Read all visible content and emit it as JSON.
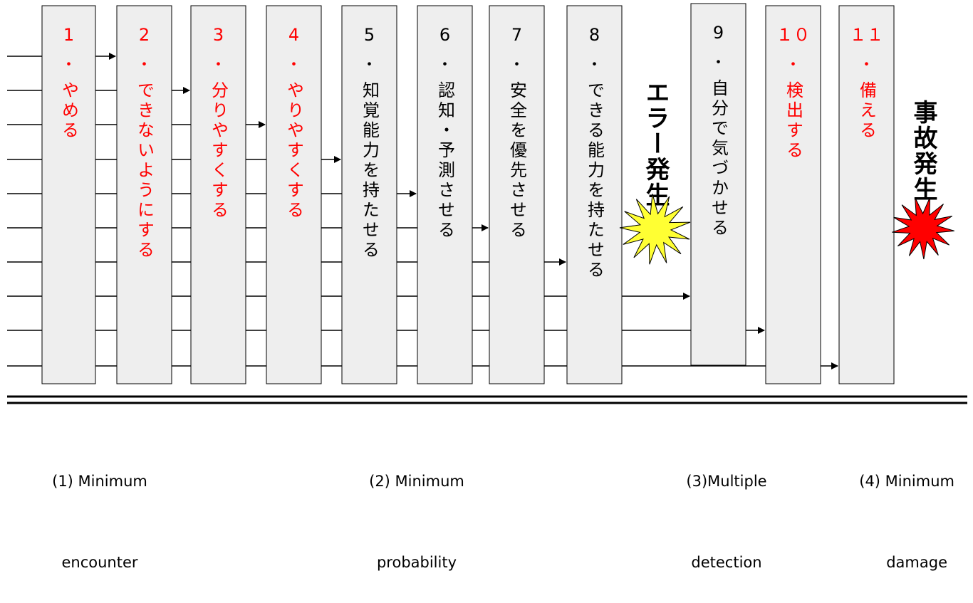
{
  "colors": {
    "red_step": "#ff0000",
    "black_step": "#000000",
    "box_fill": "#eeeeee",
    "error_burst": "#ffff33",
    "accident_burst": "#ff0000"
  },
  "steps": [
    {
      "number": "1",
      "dot": "・",
      "text": "やめる",
      "color": "red"
    },
    {
      "number": "2",
      "dot": "・",
      "text": "できないようにする",
      "color": "red"
    },
    {
      "number": "3",
      "dot": "・",
      "text": "分りやすくする",
      "color": "red"
    },
    {
      "number": "4",
      "dot": "・",
      "text": "やりやすくする",
      "color": "red"
    },
    {
      "number": "5",
      "dot": "・",
      "text": "知覚能力を持たせる",
      "color": "black"
    },
    {
      "number": "6",
      "dot": "・",
      "text": "認知・予測させる",
      "color": "black"
    },
    {
      "number": "7",
      "dot": "・",
      "text": "安全を優先させる",
      "color": "black"
    },
    {
      "number": "8",
      "dot": "・",
      "text": "できる能力を持たせる",
      "color": "black"
    },
    {
      "number": "9",
      "dot": "・",
      "text": "自分で気づかせる",
      "color": "black"
    },
    {
      "number": "１０",
      "dot": "・",
      "text": "検出する",
      "color": "red"
    },
    {
      "number": "１１",
      "dot": "・",
      "text": "備える",
      "color": "red"
    }
  ],
  "events": {
    "error": "エラー発生",
    "accident": "事故発生"
  },
  "categories": [
    {
      "line1": "(1) Minimum",
      "line2": "encounter"
    },
    {
      "line1": "(2) Minimum",
      "line2": "probability"
    },
    {
      "line1": "(3)Multiple",
      "line2": "detection"
    },
    {
      "line1": "(4) Minimum",
      "line2": "damage"
    }
  ]
}
